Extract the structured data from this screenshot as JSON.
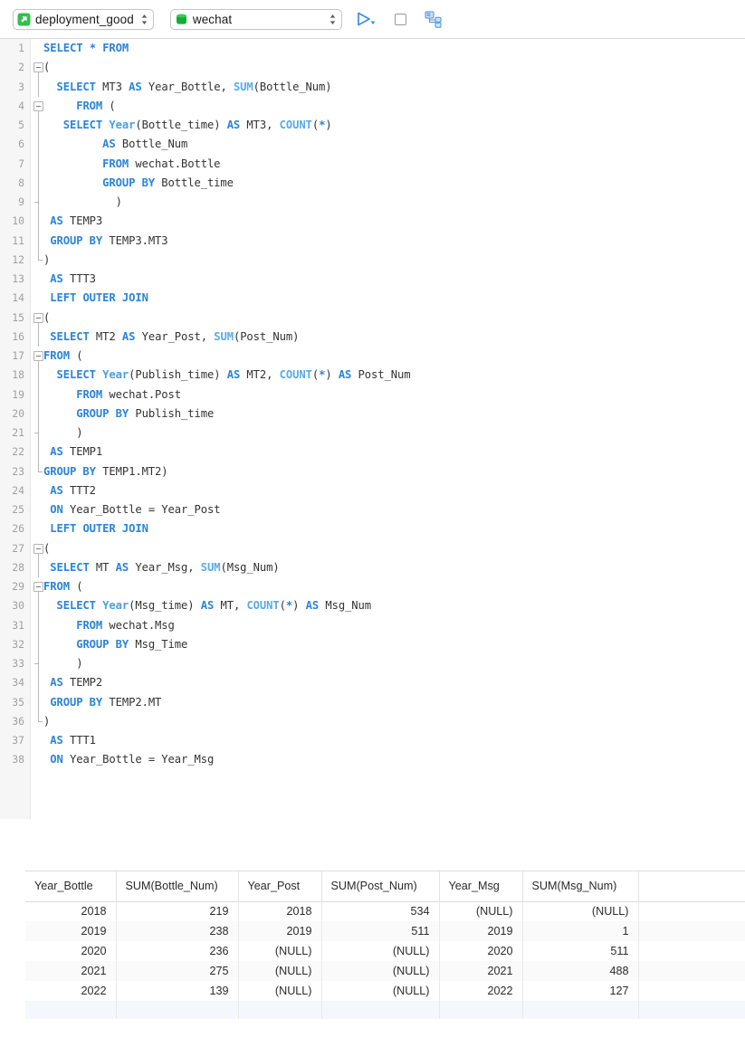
{
  "toolbar": {
    "connection": {
      "label": "deployment_good",
      "icon": "connection-icon"
    },
    "schema": {
      "label": "wechat",
      "icon": "database-icon"
    },
    "run_label": "▷",
    "run_title": "Run",
    "stop_title": "Stop",
    "explain_title": "Explain",
    "accent": "#3c8fdc"
  },
  "editor": {
    "language": "sql",
    "total_lines": 38,
    "colors": {
      "keyword": "#2c84d8",
      "text": "#333333",
      "gutter_text": "#a0a0a0"
    },
    "lines": [
      {
        "n": 1,
        "fold": "none",
        "text": "SELECT * FROM"
      },
      {
        "n": 2,
        "fold": "open",
        "text": "("
      },
      {
        "n": 3,
        "fold": "bar",
        "text": "  SELECT MT3 AS Year_Bottle, SUM(Bottle_Num)"
      },
      {
        "n": 4,
        "fold": "open",
        "text": "     FROM ("
      },
      {
        "n": 5,
        "fold": "bar",
        "text": "   SELECT Year(Bottle_time) AS MT3, COUNT(*)"
      },
      {
        "n": 6,
        "fold": "bar",
        "text": "         AS Bottle_Num"
      },
      {
        "n": 7,
        "fold": "bar",
        "text": "         FROM wechat.Bottle"
      },
      {
        "n": 8,
        "fold": "bar",
        "text": "         GROUP BY Bottle_time"
      },
      {
        "n": 9,
        "fold": "tick",
        "text": "           )"
      },
      {
        "n": 10,
        "fold": "bar",
        "text": " AS TEMP3"
      },
      {
        "n": 11,
        "fold": "bar",
        "text": " GROUP BY TEMP3.MT3"
      },
      {
        "n": 12,
        "fold": "close",
        "text": ")"
      },
      {
        "n": 13,
        "fold": "none",
        "text": " AS TTT3"
      },
      {
        "n": 14,
        "fold": "none",
        "text": " LEFT OUTER JOIN"
      },
      {
        "n": 15,
        "fold": "open",
        "text": "("
      },
      {
        "n": 16,
        "fold": "bar",
        "text": " SELECT MT2 AS Year_Post, SUM(Post_Num)"
      },
      {
        "n": 17,
        "fold": "open",
        "text": "FROM ("
      },
      {
        "n": 18,
        "fold": "bar",
        "text": "  SELECT Year(Publish_time) AS MT2, COUNT(*) AS Post_Num"
      },
      {
        "n": 19,
        "fold": "bar",
        "text": "     FROM wechat.Post"
      },
      {
        "n": 20,
        "fold": "bar",
        "text": "     GROUP BY Publish_time"
      },
      {
        "n": 21,
        "fold": "tick",
        "text": "     )"
      },
      {
        "n": 22,
        "fold": "bar",
        "text": " AS TEMP1"
      },
      {
        "n": 23,
        "fold": "close",
        "text": "GROUP BY TEMP1.MT2)"
      },
      {
        "n": 24,
        "fold": "none",
        "text": " AS TTT2"
      },
      {
        "n": 25,
        "fold": "none",
        "text": " ON Year_Bottle = Year_Post"
      },
      {
        "n": 26,
        "fold": "none",
        "text": " LEFT OUTER JOIN"
      },
      {
        "n": 27,
        "fold": "open",
        "text": "("
      },
      {
        "n": 28,
        "fold": "bar",
        "text": " SELECT MT AS Year_Msg, SUM(Msg_Num)"
      },
      {
        "n": 29,
        "fold": "open",
        "text": "FROM ("
      },
      {
        "n": 30,
        "fold": "bar",
        "text": "  SELECT Year(Msg_time) AS MT, COUNT(*) AS Msg_Num"
      },
      {
        "n": 31,
        "fold": "bar",
        "text": "     FROM wechat.Msg"
      },
      {
        "n": 32,
        "fold": "bar",
        "text": "     GROUP BY Msg_Time"
      },
      {
        "n": 33,
        "fold": "tick",
        "text": "     )"
      },
      {
        "n": 34,
        "fold": "bar",
        "text": " AS TEMP2"
      },
      {
        "n": 35,
        "fold": "bar",
        "text": " GROUP BY TEMP2.MT"
      },
      {
        "n": 36,
        "fold": "close",
        "text": ")"
      },
      {
        "n": 37,
        "fold": "none",
        "text": " AS TTT1"
      },
      {
        "n": 38,
        "fold": "none",
        "text": " ON Year_Bottle = Year_Msg"
      }
    ]
  },
  "results": {
    "columns": [
      "Year_Bottle",
      "SUM(Bottle_Num)",
      "Year_Post",
      "SUM(Post_Num)",
      "Year_Msg",
      "SUM(Msg_Num)",
      ""
    ],
    "null_label": "(NULL)",
    "rows": [
      [
        "2018",
        "219",
        "2018",
        "534",
        "(NULL)",
        "(NULL)",
        ""
      ],
      [
        "2019",
        "238",
        "2019",
        "511",
        "2019",
        "1",
        ""
      ],
      [
        "2020",
        "236",
        "(NULL)",
        "(NULL)",
        "2020",
        "511",
        ""
      ],
      [
        "2021",
        "275",
        "(NULL)",
        "(NULL)",
        "2021",
        "488",
        ""
      ],
      [
        "2022",
        "139",
        "(NULL)",
        "(NULL)",
        "2022",
        "127",
        ""
      ]
    ]
  }
}
